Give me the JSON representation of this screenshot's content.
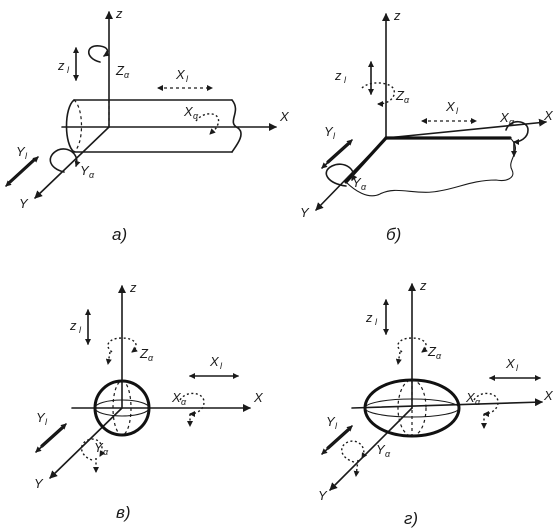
{
  "panels": {
    "a": {
      "caption": "а)",
      "z": "z",
      "x": "X",
      "y": "Y",
      "z_l": "z",
      "z_l_sub": "l",
      "z_a": "Z",
      "z_a_sub": "α",
      "x_l": "X",
      "x_l_sub": "l",
      "x_a": "X",
      "x_a_sub": "α",
      "y_l": "Y",
      "y_l_sub": "l",
      "y_a": "Y",
      "y_a_sub": "α"
    },
    "b": {
      "caption": "б)",
      "z": "z",
      "x": "X",
      "y": "Y",
      "z_l": "z",
      "z_l_sub": "l",
      "z_a": "Z",
      "z_a_sub": "α",
      "x_l": "X",
      "x_l_sub": "l",
      "x_a": "X",
      "x_a_sub": "α",
      "y_l": "Y",
      "y_l_sub": "l",
      "y_a": "Y",
      "y_a_sub": "α"
    },
    "c": {
      "caption": "в)",
      "z": "z",
      "x": "X",
      "y": "Y",
      "z_l": "z",
      "z_l_sub": "l",
      "z_a": "Z",
      "z_a_sub": "α",
      "x_l": "X",
      "x_l_sub": "l",
      "x_a": "X",
      "x_a_sub": "α",
      "y_l": "Y",
      "y_l_sub": "l",
      "y_a": "Y",
      "y_a_sub": "α"
    },
    "d": {
      "caption": "г)",
      "z": "z",
      "x": "X",
      "y": "Y",
      "z_l": "z",
      "z_l_sub": "l",
      "z_a": "Z",
      "z_a_sub": "α",
      "x_l": "X",
      "x_l_sub": "l",
      "x_a": "X",
      "x_a_sub": "α",
      "y_l": "Y",
      "y_l_sub": "l",
      "y_a": "Y",
      "y_a_sub": "α"
    }
  }
}
